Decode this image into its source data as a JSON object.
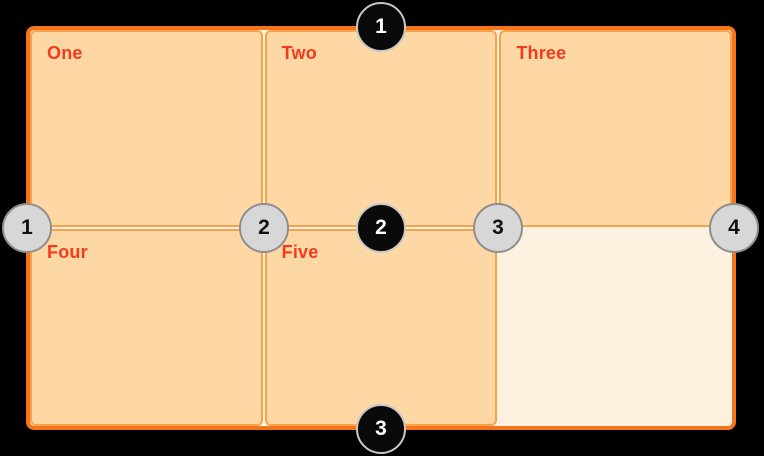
{
  "grid": {
    "cells": [
      {
        "label": "One"
      },
      {
        "label": "Two"
      },
      {
        "label": "Three"
      },
      {
        "label": "Four"
      },
      {
        "label": "Five"
      },
      {
        "label": "",
        "empty": true
      }
    ],
    "row_line_markers": [
      {
        "number": "1"
      },
      {
        "number": "2"
      },
      {
        "number": "3"
      }
    ],
    "column_line_markers": [
      {
        "number": "1"
      },
      {
        "number": "2"
      },
      {
        "number": "3"
      },
      {
        "number": "4"
      }
    ]
  },
  "colors": {
    "page_background": "#000000",
    "container_border": "#F5751D",
    "container_background": "#FCF1DE",
    "cell_background": "#FDD7A4",
    "cell_border": "#F9A24C",
    "label_text": "#F43B1D",
    "row_marker_fill": "#0A0A0A",
    "row_marker_ring": "#C8C8C8",
    "row_marker_text": "#FFFFFF",
    "column_marker_fill": "#D7D7D7",
    "column_marker_border": "#8E8E8E",
    "column_marker_text": "#111111"
  }
}
